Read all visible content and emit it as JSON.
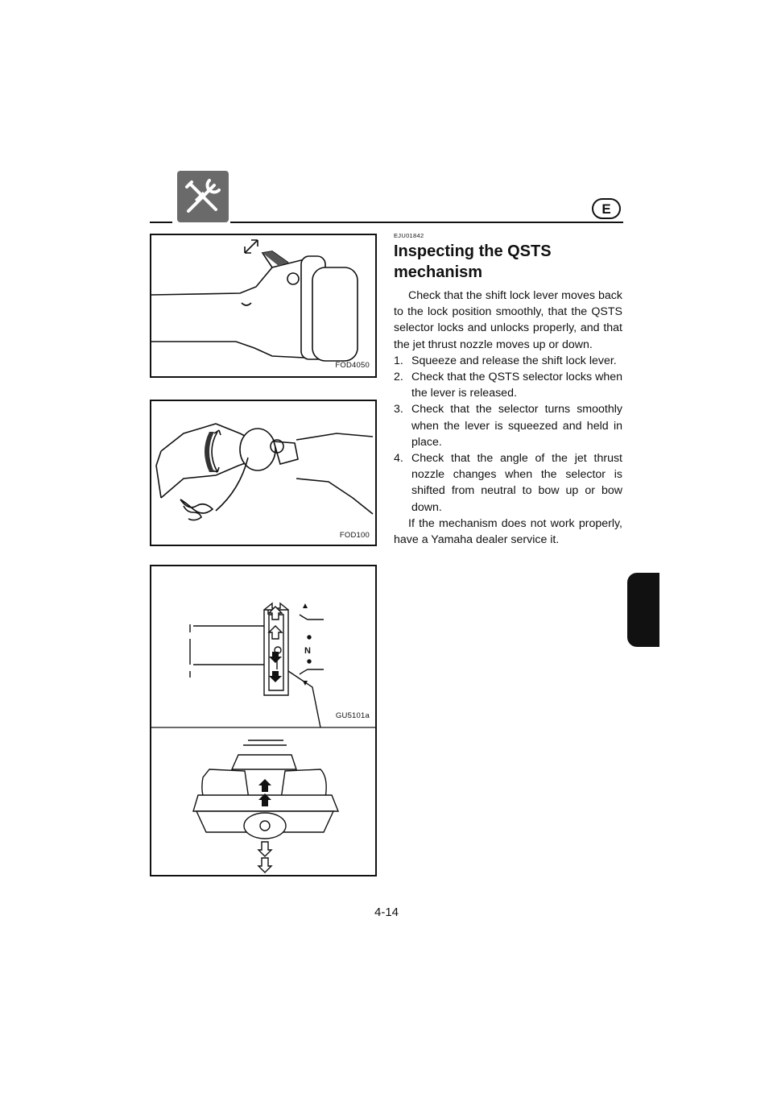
{
  "header": {
    "section_icon": "tools-icon",
    "language_badge": "E"
  },
  "figures": [
    {
      "code": "FOD4050",
      "depicts": "shift-lock-lever"
    },
    {
      "code": "FOD100",
      "depicts": "qsts-selector-twist"
    },
    {
      "code": "GU5101a",
      "depicts": "qsts-indicator-and-nozzle-directions"
    }
  ],
  "article": {
    "code": "EJU01842",
    "title": "Inspecting the QSTS mechanism",
    "intro": "Check that the shift lock lever moves back to the lock position smoothly, that the QSTS selector locks and unlocks properly, and that the jet thrust nozzle moves up or down.",
    "steps": [
      {
        "number": "1.",
        "text": "Squeeze and release the shift lock lever."
      },
      {
        "number": "2.",
        "text": "Check that the QSTS selector locks when the lever is released."
      },
      {
        "number": "3.",
        "text": "Check that the selector turns smoothly when the lever is squeezed and held in place."
      },
      {
        "number": "4.",
        "text": "Check that the angle of the jet thrust nozzle changes when the selector is shifted from neutral to bow up or bow down."
      }
    ],
    "outro": "If the mechanism does not work properly, have a Yamaha dealer service it."
  },
  "page_number": "4-14"
}
